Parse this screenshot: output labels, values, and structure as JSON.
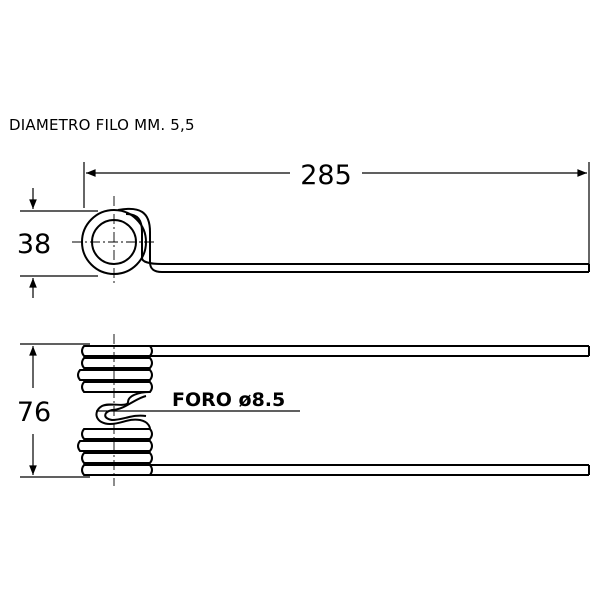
{
  "title": "DIAMETRO FILO MM. 5,5",
  "dimensions": {
    "length": "285",
    "coil_height": "38",
    "total_width": "76"
  },
  "callout": "FORO ø8.5"
}
